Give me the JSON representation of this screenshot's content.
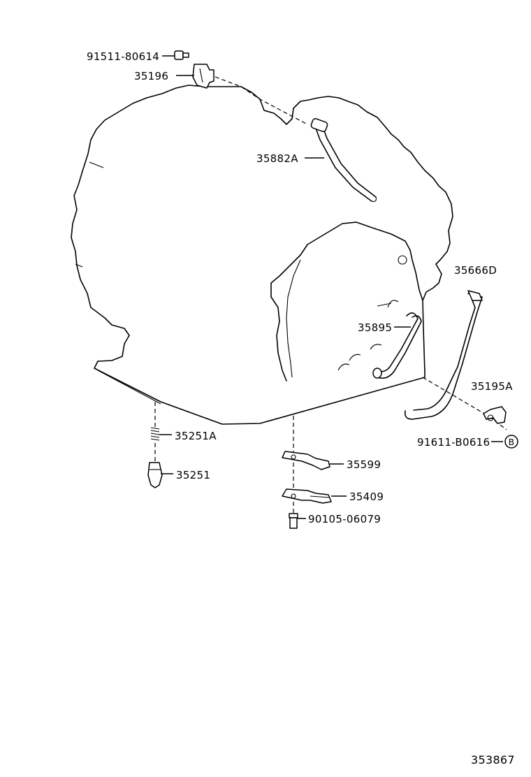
{
  "parts": [
    {
      "id": "p1",
      "number": "91511-80614"
    },
    {
      "id": "p2",
      "number": "35196"
    },
    {
      "id": "p3",
      "number": "35882A"
    },
    {
      "id": "p4",
      "number": "35666D"
    },
    {
      "id": "p5",
      "number": "35895"
    },
    {
      "id": "p6",
      "number": "35195A"
    },
    {
      "id": "p7",
      "number": "91611-B0616"
    },
    {
      "id": "p8",
      "number": "35251A"
    },
    {
      "id": "p9",
      "number": "35599"
    },
    {
      "id": "p10",
      "number": "35251"
    },
    {
      "id": "p11",
      "number": "35409"
    },
    {
      "id": "p12",
      "number": "90105-06079"
    }
  ],
  "reference_marker": "B",
  "figure_number": "353867"
}
